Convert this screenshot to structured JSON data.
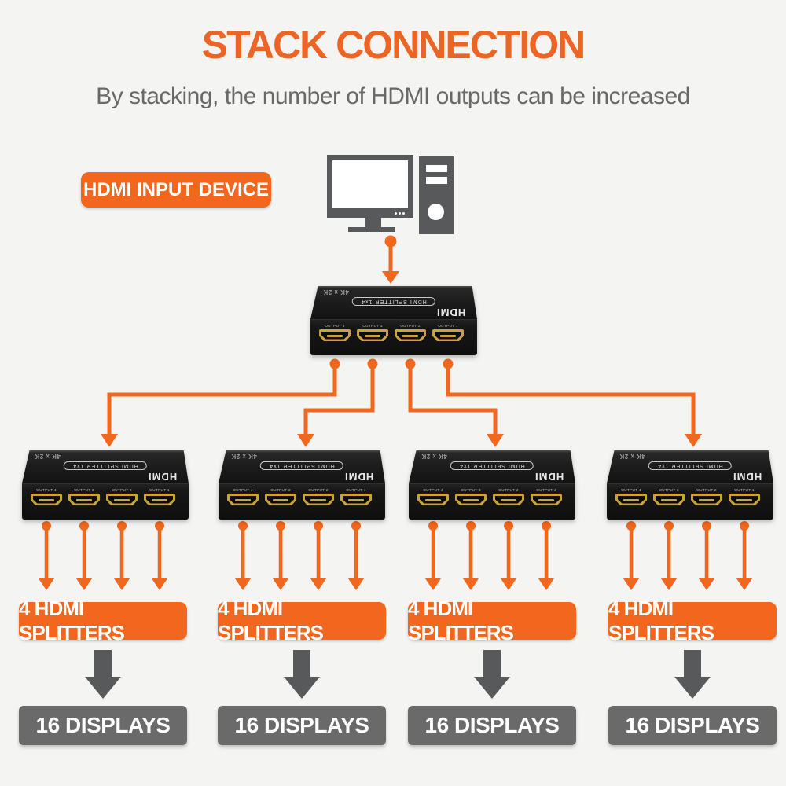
{
  "title": "STACK CONNECTION",
  "subtitle": "By stacking, the number of HDMI outputs can be increased",
  "input_device_label": "HDMI INPUT DEVICE",
  "splitter": {
    "size_label": "4K x 2K",
    "model_label": "HDMI SPLITTER 1x4",
    "brand_label": "HDMI",
    "ports": [
      "OUTPUT 4",
      "OUTPUT 3",
      "OUTPUT 2",
      "OUTPUT 1"
    ]
  },
  "branches": [
    {
      "splitters_label": "4 HDMI SPLITTERS",
      "displays_label": "16 DISPLAYS"
    },
    {
      "splitters_label": "4 HDMI SPLITTERS",
      "displays_label": "16 DISPLAYS"
    },
    {
      "splitters_label": "4 HDMI SPLITTERS",
      "displays_label": "16 DISPLAYS"
    },
    {
      "splitters_label": "4 HDMI SPLITTERS",
      "displays_label": "16 DISPLAYS"
    }
  ],
  "icons": {
    "computer": "desktop-computer-icon",
    "connector": "orange-arrow-icon",
    "stack_arrow": "gray-down-arrow-icon"
  },
  "colors": {
    "accent_orange": "#F2661D",
    "title_orange": "#EC6524",
    "text_gray": "#686868",
    "displays_gray": "#6A6A6A",
    "computer_gray": "#58595B",
    "device_black": "#1A1A1A",
    "port_gold": "#C9A23C",
    "background": "#F4F4F2"
  }
}
